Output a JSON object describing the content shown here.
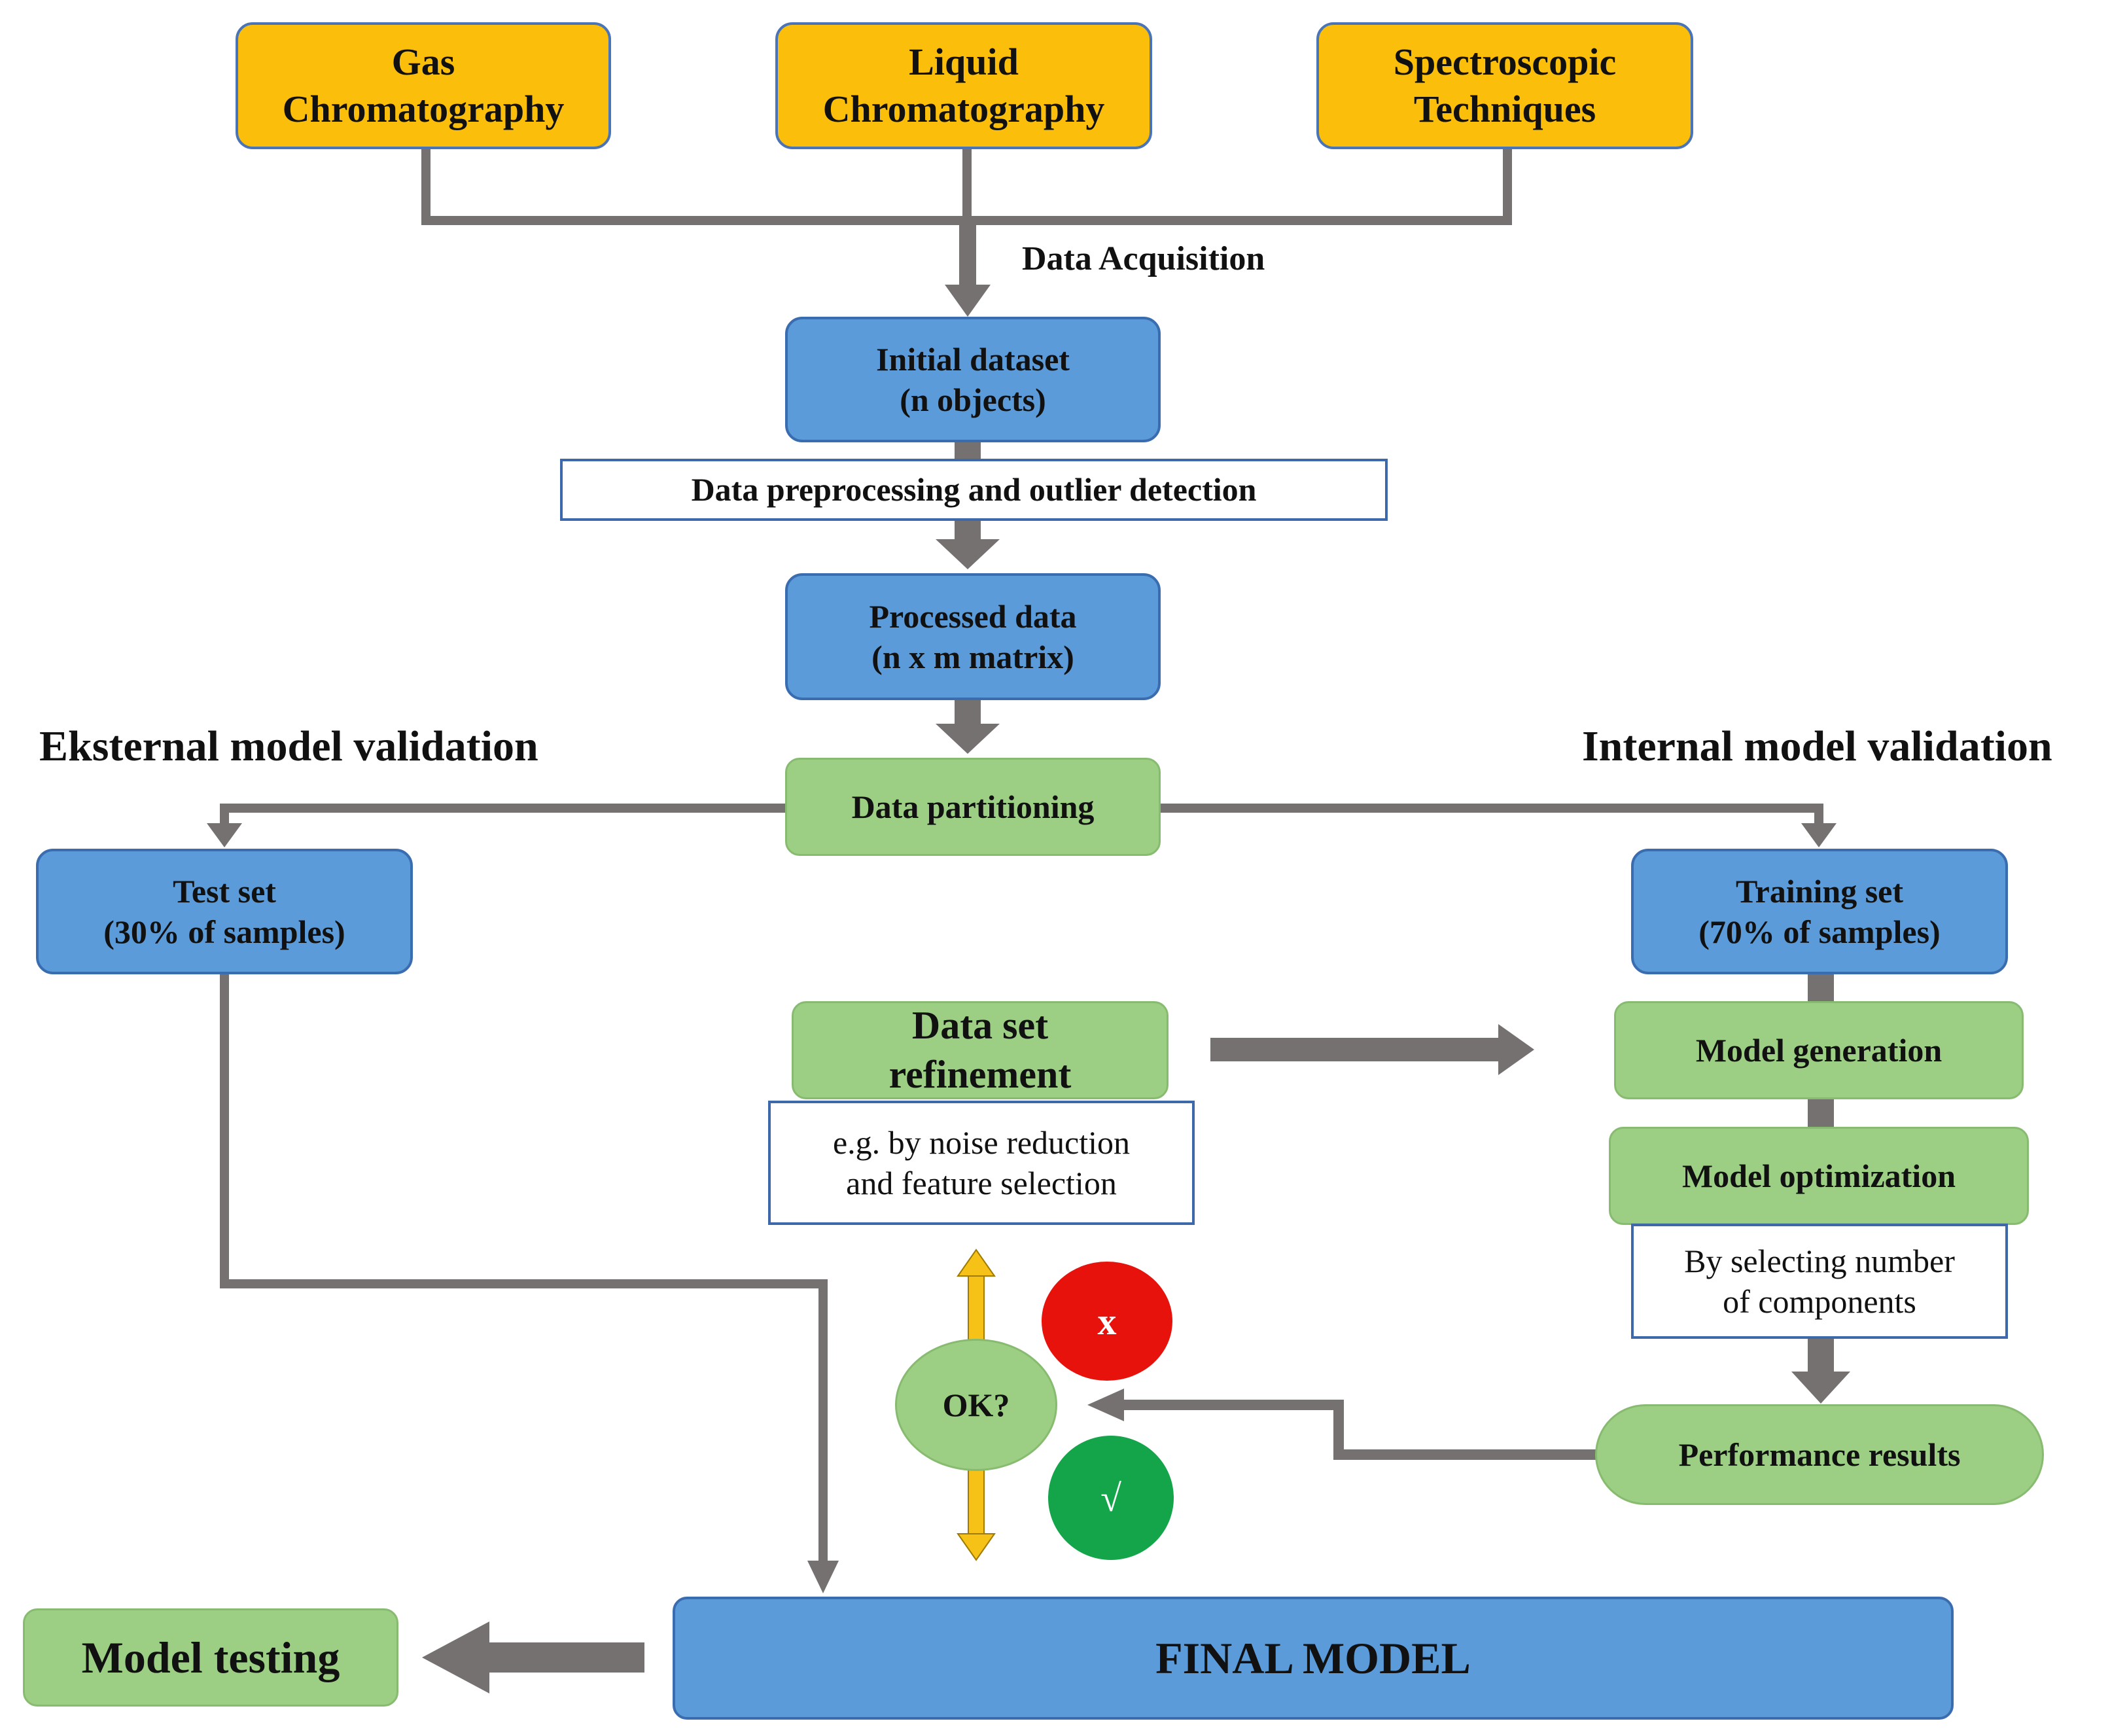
{
  "sources": {
    "gas": [
      "Gas",
      "Chromatography"
    ],
    "liquid": [
      "Liquid",
      "Chromatography"
    ],
    "spectro": [
      "Spectroscopic",
      "Techniques"
    ]
  },
  "labels": {
    "data_acquisition": "Data Acquisition",
    "external_validation": "Eksternal model validation",
    "internal_validation": "Internal model validation"
  },
  "nodes": {
    "initial_dataset": [
      "Initial dataset",
      "(n objects)"
    ],
    "preprocessing": "Data preprocessing and outlier detection",
    "processed_data": [
      "Processed data",
      "(n x m matrix)"
    ],
    "data_partitioning": "Data partitioning",
    "test_set": [
      "Test set",
      "(30% of samples)"
    ],
    "training_set": [
      "Training set",
      "(70% of samples)"
    ],
    "refinement": [
      "Data set",
      "refinement"
    ],
    "refinement_note": [
      "e.g. by noise reduction",
      "and feature selection"
    ],
    "model_generation": "Model generation",
    "model_optimization": "Model optimization",
    "optimization_note": [
      "By selecting number",
      "of components"
    ],
    "performance_results": "Performance results",
    "ok": "OK?",
    "reject_mark": "x",
    "accept_mark": "√",
    "final_model": "FINAL MODEL",
    "model_testing": "Model testing"
  },
  "colors": {
    "source_fill": "#fbbf0b",
    "blue_fill": "#5b9bd9",
    "green_fill": "#9cce84",
    "connector": "#767171",
    "decision_arrow": "#f6c218",
    "reject": "#e8120c",
    "accept": "#14a54a"
  }
}
